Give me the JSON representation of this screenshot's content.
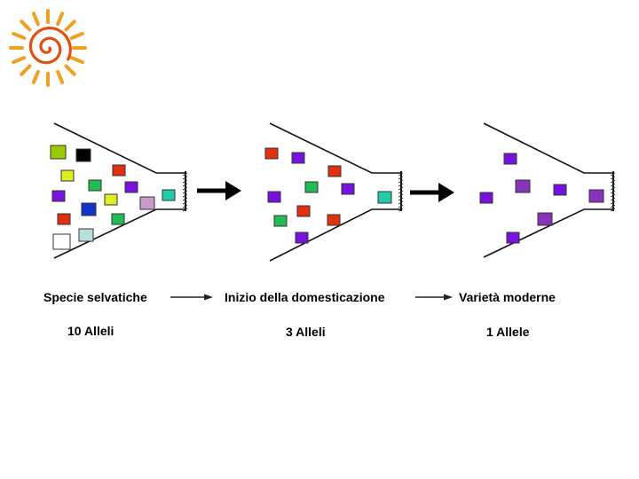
{
  "labels": {
    "wild": "Specie selvatiche",
    "domestication": "Inizio della domesticazione",
    "modern": "Varietà moderne",
    "alleles_wild": "10 Alleli",
    "alleles_domestication": "3 Alleli",
    "alleles_modern": "1 Allele"
  },
  "colors": {
    "yellowgreen": "#99cc00",
    "black": "#000000",
    "red": "#e03010",
    "yellow": "#ddee22",
    "green": "#22bb55",
    "purple": "#7711dd",
    "blue": "#1133cc",
    "lilac": "#cc99cc",
    "lightblue": "#bbdddd",
    "white": "#ffffff",
    "teal": "#22ccaa",
    "violet": "#8833bb",
    "sun": "#f0a020",
    "spiral": "#e05010"
  },
  "funnels": [
    {
      "name": "wild",
      "squares": [
        "yellowgreen",
        "black",
        "red",
        "yellow",
        "green",
        "purple",
        "purple",
        "yellow",
        "lilac",
        "blue",
        "red",
        "green",
        "lightblue",
        "white",
        "teal"
      ]
    },
    {
      "name": "domestication",
      "squares": [
        "red",
        "purple",
        "red",
        "green",
        "purple",
        "purple",
        "red",
        "green",
        "red",
        "purple",
        "teal"
      ]
    },
    {
      "name": "modern",
      "squares": [
        "purple",
        "violet",
        "purple",
        "purple",
        "violet",
        "purple",
        "violet"
      ]
    }
  ]
}
